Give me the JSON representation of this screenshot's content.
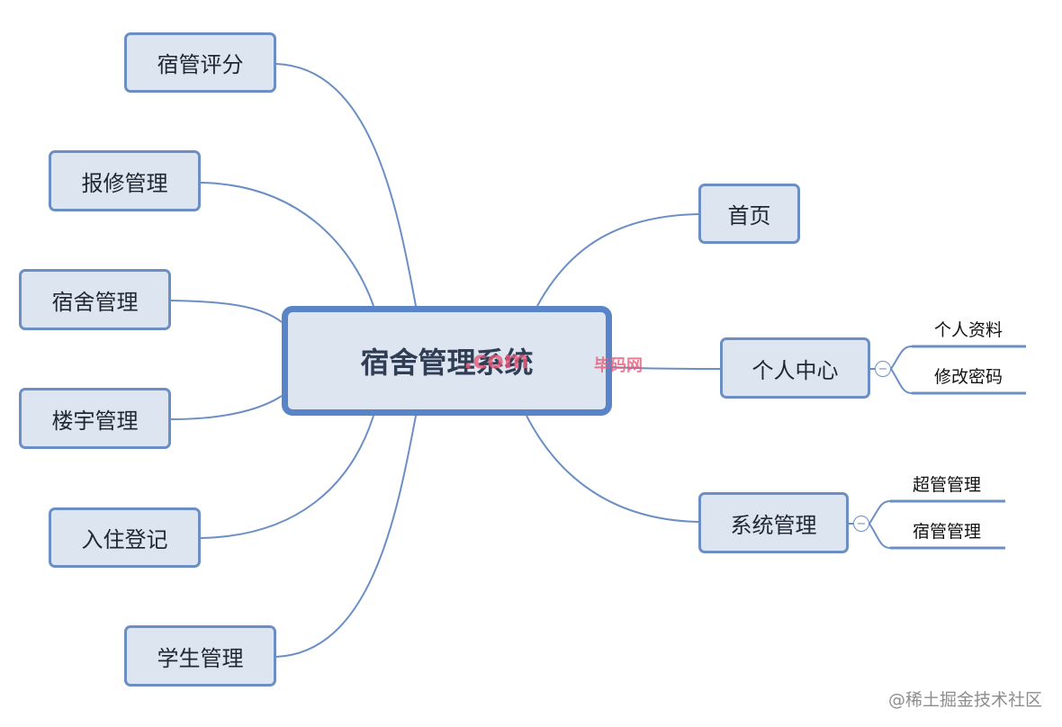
{
  "center": {
    "label": "宿舍管理系统"
  },
  "left_branches": [
    {
      "label": "宿管评分"
    },
    {
      "label": "报修管理"
    },
    {
      "label": "宿舍管理"
    },
    {
      "label": "楼宇管理"
    },
    {
      "label": "入住登记"
    },
    {
      "label": "学生管理"
    }
  ],
  "right_branches": [
    {
      "label": "首页",
      "children": []
    },
    {
      "label": "个人中心",
      "children": [
        "个人资料",
        "修改密码"
      ]
    },
    {
      "label": "系统管理",
      "children": [
        "超管管理",
        "宿管管理"
      ]
    }
  ],
  "collapse_glyph": "−",
  "watermarks": {
    "overlay": ".com",
    "overlay_small": "毕码网",
    "credit": "@稀土掘金技术社区"
  },
  "colors": {
    "edge": "#6b8fc4",
    "node_fill": "#dde5f1",
    "center_border": "#5a84c8",
    "watermark": "#e85a78"
  }
}
